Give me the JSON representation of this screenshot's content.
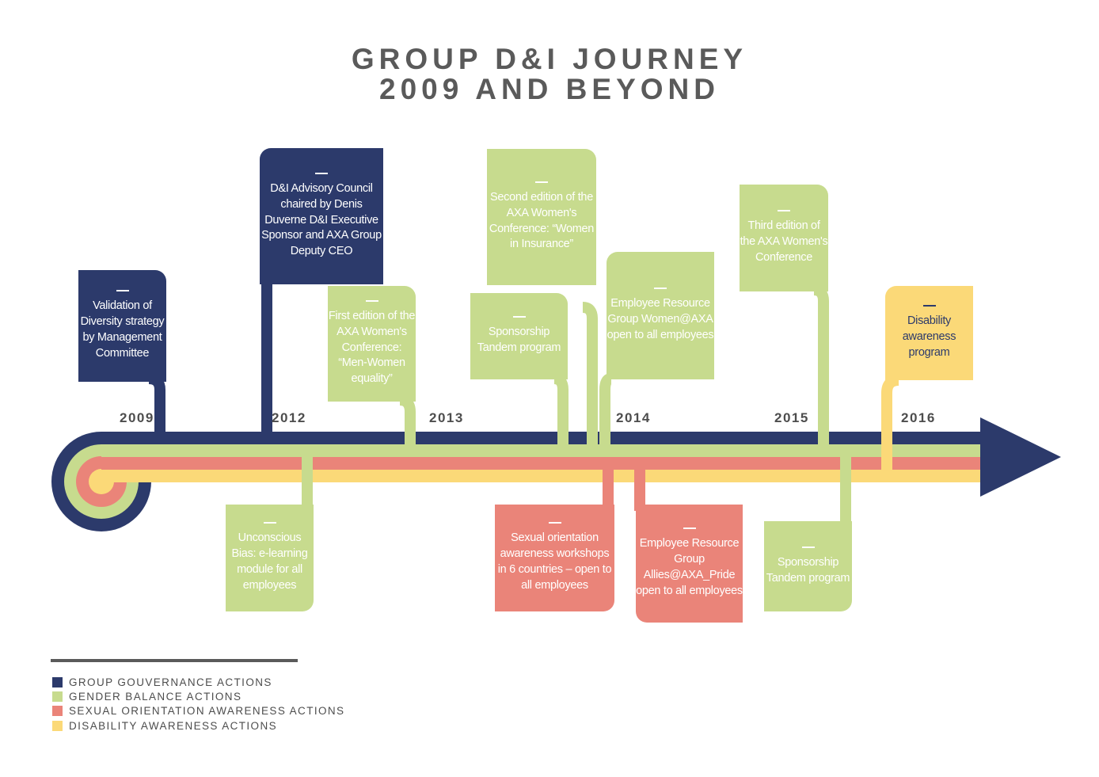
{
  "title": {
    "line1": "GROUP D&I JOURNEY",
    "line2": "2009 AND BEYOND"
  },
  "colors": {
    "navy": "#2c3a6b",
    "green": "#c7db8e",
    "red": "#ea8479",
    "yellow": "#fbd978",
    "text_gray": "#4d4d4d"
  },
  "years": [
    "2009",
    "2012",
    "2013",
    "2014",
    "2015",
    "2016"
  ],
  "events": [
    {
      "category": "governance",
      "text": "Validation of Diversity strategy by Management Committee"
    },
    {
      "category": "governance",
      "text": "D&I Advisory Council chaired by Denis Duverne D&I Executive Sponsor and AXA Group Deputy CEO"
    },
    {
      "category": "gender",
      "text": "First edition of the AXA Women's Conference: “Men-Women equality”"
    },
    {
      "category": "gender",
      "text": "Unconscious Bias: e-learning module for all employees"
    },
    {
      "category": "gender",
      "text": "Second edition of the AXA Women's Conference: “Women in Insurance”"
    },
    {
      "category": "gender",
      "text": "Sponsorship Tandem program"
    },
    {
      "category": "gender",
      "text": "Employee Resource Group Women@AXA open to all employees"
    },
    {
      "category": "sexual_orientation",
      "text": "Sexual orientation awareness workshops in 6 countries – open to all employees"
    },
    {
      "category": "sexual_orientation",
      "text": "Employee Resource Group Allies@AXA_Pride open to all employees"
    },
    {
      "category": "gender",
      "text": "Third edition of the AXA Women's Conference"
    },
    {
      "category": "gender",
      "text": "Sponsorship Tandem program"
    },
    {
      "category": "disability",
      "text": "Disability awareness program"
    }
  ],
  "legend": [
    {
      "label": "GROUP GOUVERNANCE ACTIONS",
      "color": "#2c3a6b"
    },
    {
      "label": "GENDER BALANCE ACTIONS",
      "color": "#c7db8e"
    },
    {
      "label": "SEXUAL ORIENTATION AWARENESS ACTIONS",
      "color": "#ea8479"
    },
    {
      "label": "DISABILITY AWARENESS ACTIONS",
      "color": "#fbd978"
    }
  ]
}
